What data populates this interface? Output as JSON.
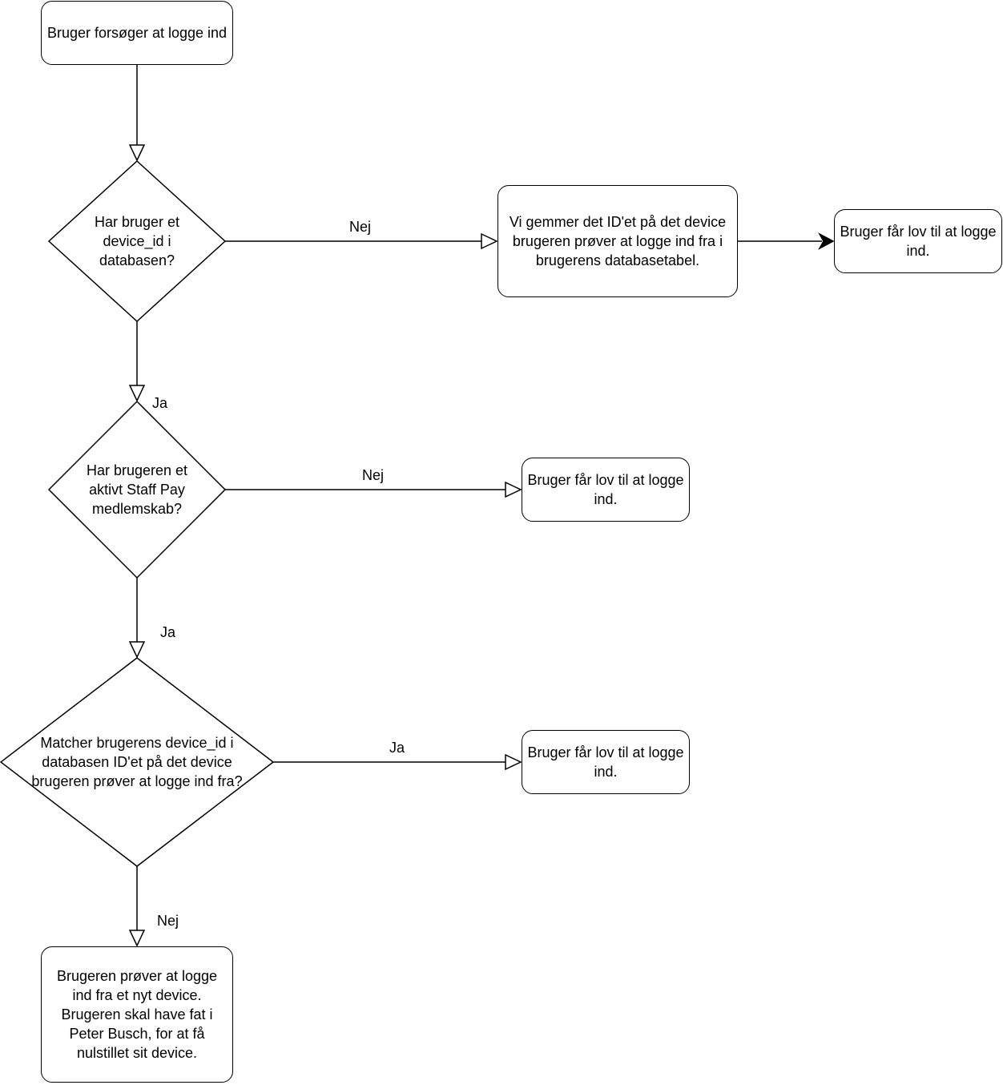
{
  "nodes": {
    "start": {
      "text": "Bruger forsøger at logge ind"
    },
    "q_device": {
      "text": "Har bruger et device_id i databasen?"
    },
    "save_id": {
      "text": "Vi gemmer det ID'et på det device brugeren prøver at logge ind fra i brugerens databasetabel."
    },
    "allow_1": {
      "text": "Bruger får lov til at logge ind."
    },
    "q_member": {
      "text": "Har brugeren et aktivt Staff Pay medlemskab?"
    },
    "allow_2": {
      "text": "Bruger får lov til at logge ind."
    },
    "q_match": {
      "text": "Matcher brugerens device_id i databasen ID'et på det device brugeren prøver at logge ind fra?"
    },
    "allow_3": {
      "text": "Bruger får lov til at logge ind."
    },
    "new_device": {
      "text": "Brugeren prøver at logge ind fra et nyt device. Brugeren skal have fat i Peter Busch, for at få nulstillet sit device."
    }
  },
  "edges": {
    "q_device_no": "Nej",
    "q_device_yes": "Ja",
    "q_member_no": "Nej",
    "q_member_yes": "Ja",
    "q_match_yes": "Ja",
    "q_match_no": "Nej"
  }
}
